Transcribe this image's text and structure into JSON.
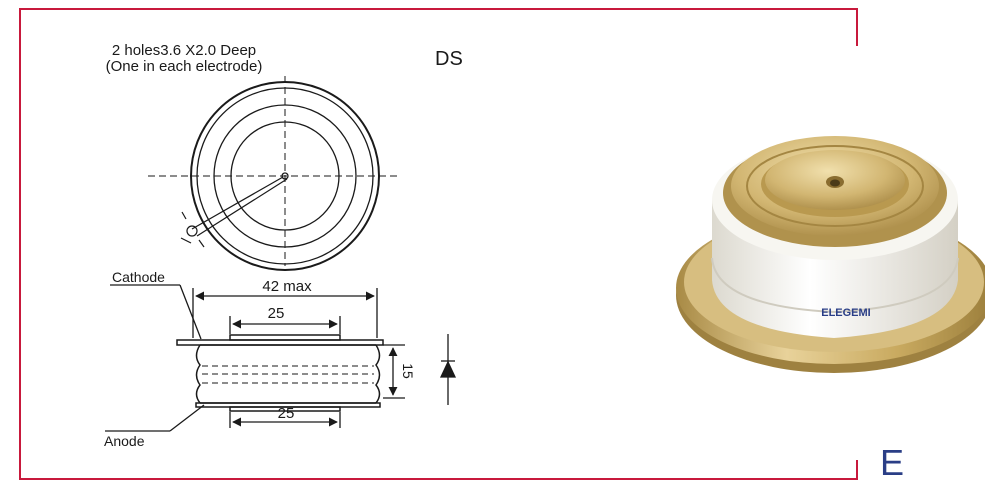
{
  "header": {
    "holes_line1": "2 holes3.6 X2.0 Deep",
    "holes_line2": "(One in each electrode)",
    "package_code": "DS"
  },
  "labels": {
    "cathode": "Cathode",
    "anode": "Anode"
  },
  "dimensions": {
    "overall_width": "42 max",
    "top_electrode": "25",
    "bottom_electrode": "25",
    "height": "15"
  },
  "product": {
    "brand_text": "ELEGEMI"
  },
  "corner_letter": "E",
  "colors": {
    "frame": "#c8193c",
    "ink": "#1a1a1a",
    "corner_letter": "#2a3e86",
    "brass": "#cdb06a",
    "ceramic": "#f3f1ea"
  }
}
